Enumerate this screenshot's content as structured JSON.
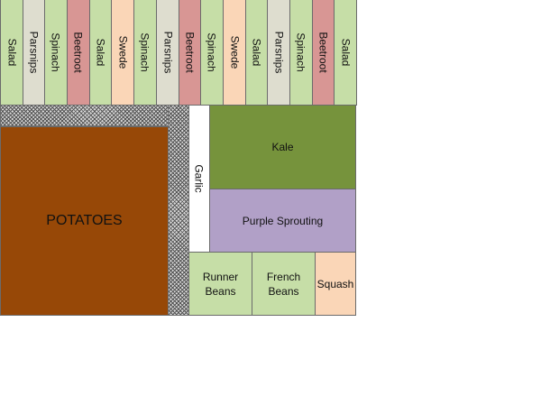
{
  "colors": {
    "Salad": "#c6dea7",
    "Parsnips": "#deddcf",
    "Spinach": "#c6dea7",
    "Beetroot": "#d89694",
    "Swede": "#fad6b7",
    "potatoes": "#974807",
    "kale": "#76933c",
    "purple_sprouting": "#b1a0c7",
    "garlic": "#ffffff",
    "runner_beans": "#c6dea7",
    "french_beans": "#c6dea7",
    "squash": "#fad6b7",
    "path": "#d8d8d8"
  },
  "strips": [
    "Salad",
    "Parsnips",
    "Spinach",
    "Beetroot",
    "Salad",
    "Swede",
    "Spinach",
    "Parsnips",
    "Beetroot",
    "Spinach",
    "Swede",
    "Salad",
    "Parsnips",
    "Spinach",
    "Beetroot",
    "Salad"
  ],
  "beds": {
    "potatoes": "POTATOES",
    "garlic": "Garlic",
    "kale": "Kale",
    "purple_sprouting": "Purple Sprouting",
    "runner_beans": "Runner\nBeans",
    "french_beans": "French\nBeans",
    "squash": "Squash"
  }
}
